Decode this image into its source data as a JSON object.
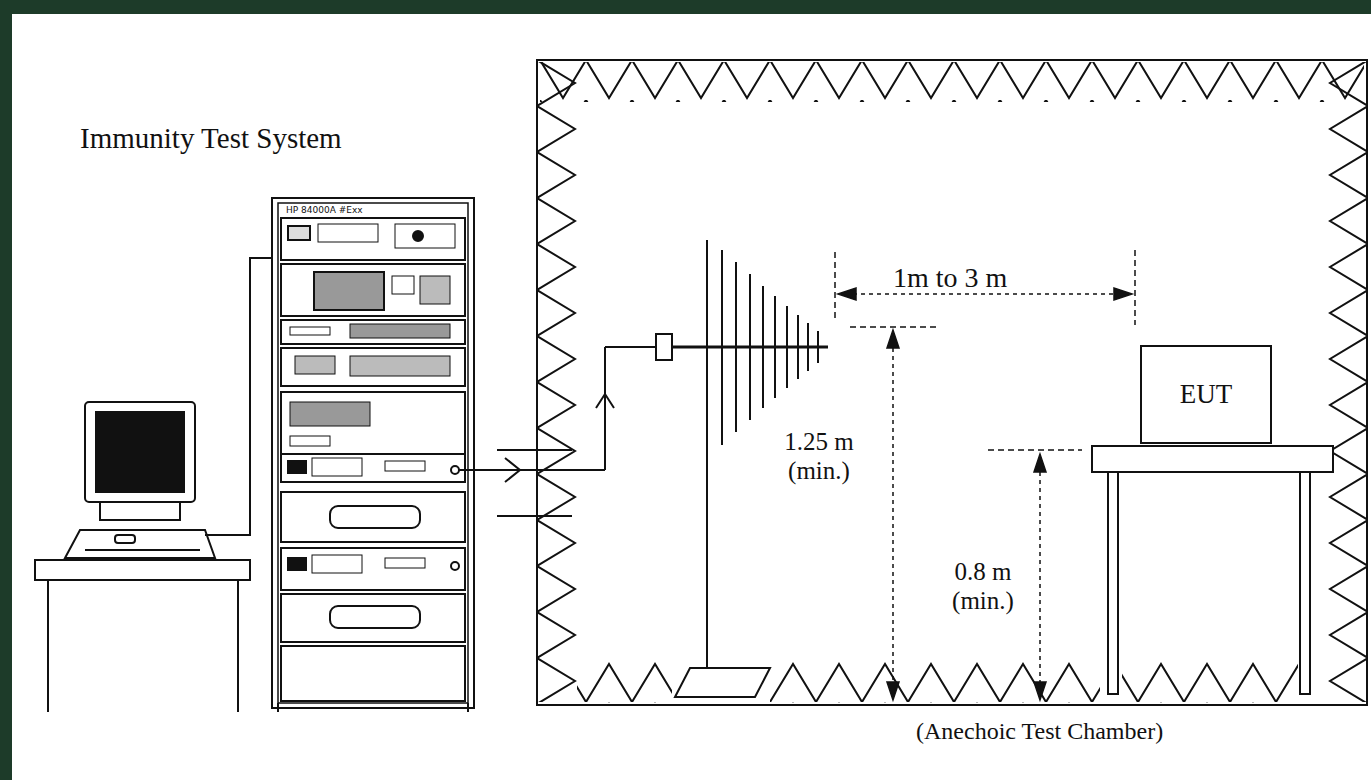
{
  "diagram": {
    "caption": "(Anechoic Test Chamber)",
    "nodes": [
      {
        "text": [
          "EUT"
        ]
      }
    ],
    "labels": [
      "Immunity Test System",
      "HP 84000A #Exx",
      "1m to 3 m",
      "1.25 m (min.)",
      "0.8 m (min.)"
    ]
  }
}
